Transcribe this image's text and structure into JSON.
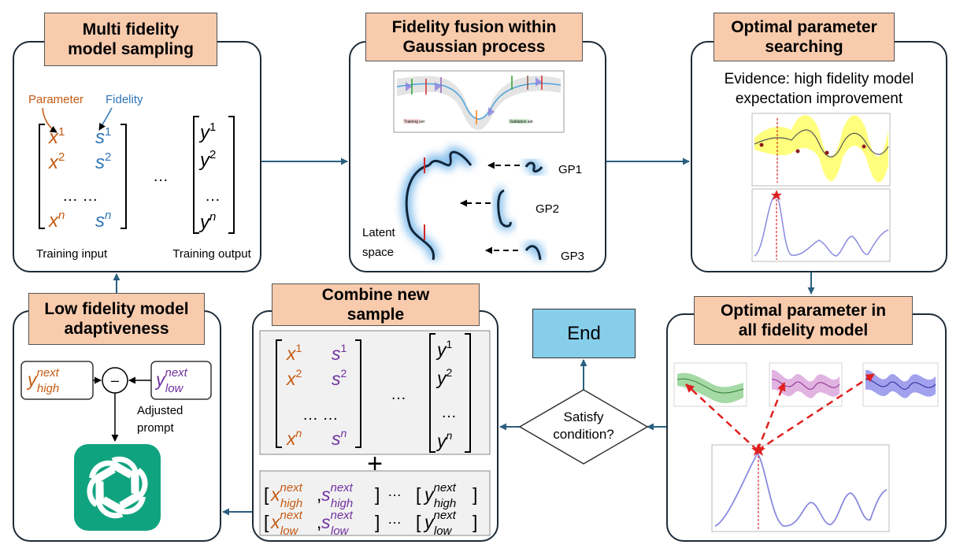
{
  "titles": {
    "sampling": [
      "Multi fidelity",
      "model sampling"
    ],
    "fusion": [
      "Fidelity fusion within",
      "Gaussian process"
    ],
    "search": [
      "Optimal parameter",
      "searching"
    ],
    "allfid": [
      "Optimal parameter in",
      "all fidelity model"
    ],
    "combine": [
      "Combine new",
      "sample"
    ],
    "lowfid": [
      "Low fidelity model",
      "adaptiveness"
    ]
  },
  "sampling": {
    "param_label": "Parameter",
    "fidelity_label": "Fidelity",
    "dots": "…",
    "train_input": "Training input",
    "train_output": "Training output"
  },
  "fusion": {
    "gp_labels": [
      "GP1",
      "GP2",
      "GP3"
    ],
    "latent": [
      "Latent",
      "space"
    ],
    "mini_labels": [
      "Training set",
      "Validation set"
    ]
  },
  "search": {
    "evidence": [
      "Evidence: high fidelity model",
      "expectation improvement"
    ]
  },
  "end_label": "End",
  "decision": [
    "Satisfy",
    "condition?"
  ],
  "lowfid": {
    "minus": "–",
    "adjusted": [
      "Adjusted",
      "prompt"
    ],
    "high_sub": "high",
    "low_sub": "low",
    "next_sup": "next"
  },
  "colors": {
    "title_fill": "#f8cbad",
    "end_fill": "#87ceeb",
    "panel_border": "#1e2b38",
    "arrow": "#2a5f7f",
    "param_orange": "#c55a11",
    "fidelity_blue": "#2e75b6",
    "purple": "#7030a0",
    "red_dash": "#e02020",
    "chatgpt_green": "#10a37f"
  },
  "icons": [
    "chatgpt-logo-icon",
    "star-icon"
  ]
}
